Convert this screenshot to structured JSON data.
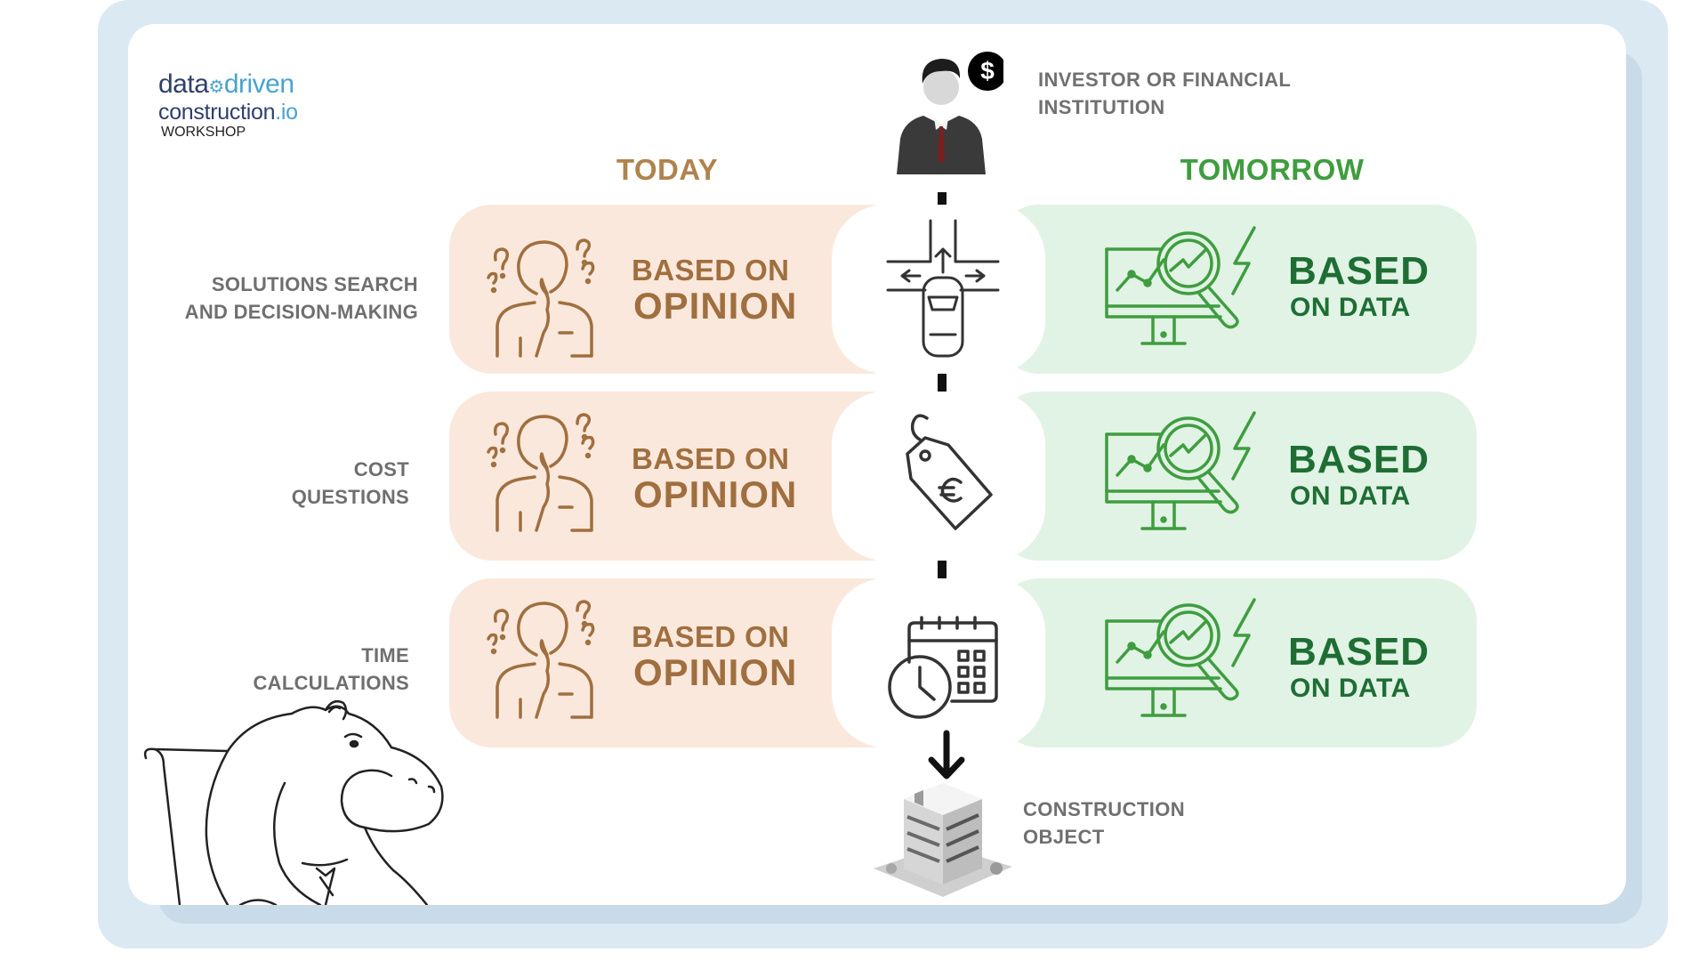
{
  "logo": {
    "line1_a": "data",
    "line1_b": "driven",
    "line2_a": "construction",
    "line2_b": ".io",
    "line3": "WORKSHOP"
  },
  "columns": {
    "today": "TODAY",
    "tomorrow": "TOMORROW"
  },
  "investor": {
    "line1": "INVESTOR OR FINANCIAL",
    "line2": "INSTITUTION"
  },
  "rows": [
    {
      "label_line1": "SOLUTIONS SEARCH",
      "label_line2": "AND DECISION-MAKING",
      "today_top": "BASED ON",
      "today_bottom": "OPINION",
      "tomorrow_top": "BASED",
      "tomorrow_bottom": "ON DATA",
      "center_icon": "crossroads-car-icon"
    },
    {
      "label_line1": "COST",
      "label_line2": "QUESTIONS",
      "today_top": "BASED ON",
      "today_bottom": "OPINION",
      "tomorrow_top": "BASED",
      "tomorrow_bottom": "ON DATA",
      "center_icon": "euro-price-tag-icon"
    },
    {
      "label_line1": "TIME",
      "label_line2": "CALCULATIONS",
      "today_top": "BASED ON",
      "today_bottom": "OPINION",
      "tomorrow_top": "BASED",
      "tomorrow_bottom": "ON DATA",
      "center_icon": "calendar-clock-icon"
    }
  ],
  "construction": {
    "line1": "CONSTRUCTION",
    "line2": "OBJECT"
  },
  "colors": {
    "frame": "#dbe9f3",
    "today_pill": "#fbe8dc",
    "today_text": "#a06f3f",
    "tomorrow_pill": "#e1f3e5",
    "tomorrow_icon": "#3f9d3f",
    "tomorrow_text": "#1e6e34",
    "label_gray": "#6f6f6f"
  }
}
